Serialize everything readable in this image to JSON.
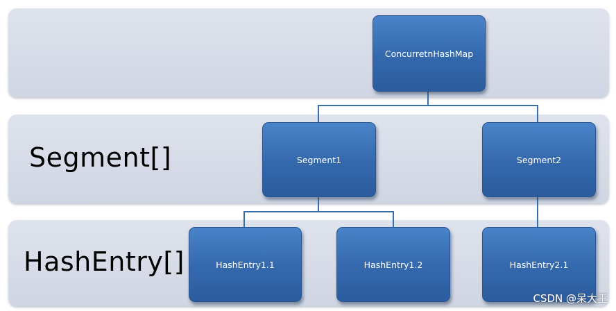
{
  "levels": {
    "top": {
      "label": ""
    },
    "segment": {
      "label": "Segment[]"
    },
    "hashentry": {
      "label": "HashEntry[]"
    }
  },
  "nodes": {
    "root": "ConcurretnHashMap",
    "segment1": "Segment1",
    "segment2": "Segment2",
    "hashentry1_1": "HashEntry1.1",
    "hashentry1_2": "HashEntry1.2",
    "hashentry2_1": "HashEntry2.1"
  },
  "edges": [
    {
      "from": "ConcurretnHashMap",
      "to": "Segment1"
    },
    {
      "from": "ConcurretnHashMap",
      "to": "Segment2"
    },
    {
      "from": "Segment1",
      "to": "HashEntry1.1"
    },
    {
      "from": "Segment1",
      "to": "HashEntry1.2"
    },
    {
      "from": "Segment2",
      "to": "HashEntry2.1"
    }
  ],
  "watermark": "CSDN @呆大王",
  "colors": {
    "node_fill": "#3a72b8",
    "band_fill": "#d5dae6",
    "connector": "#3a6ea8"
  }
}
